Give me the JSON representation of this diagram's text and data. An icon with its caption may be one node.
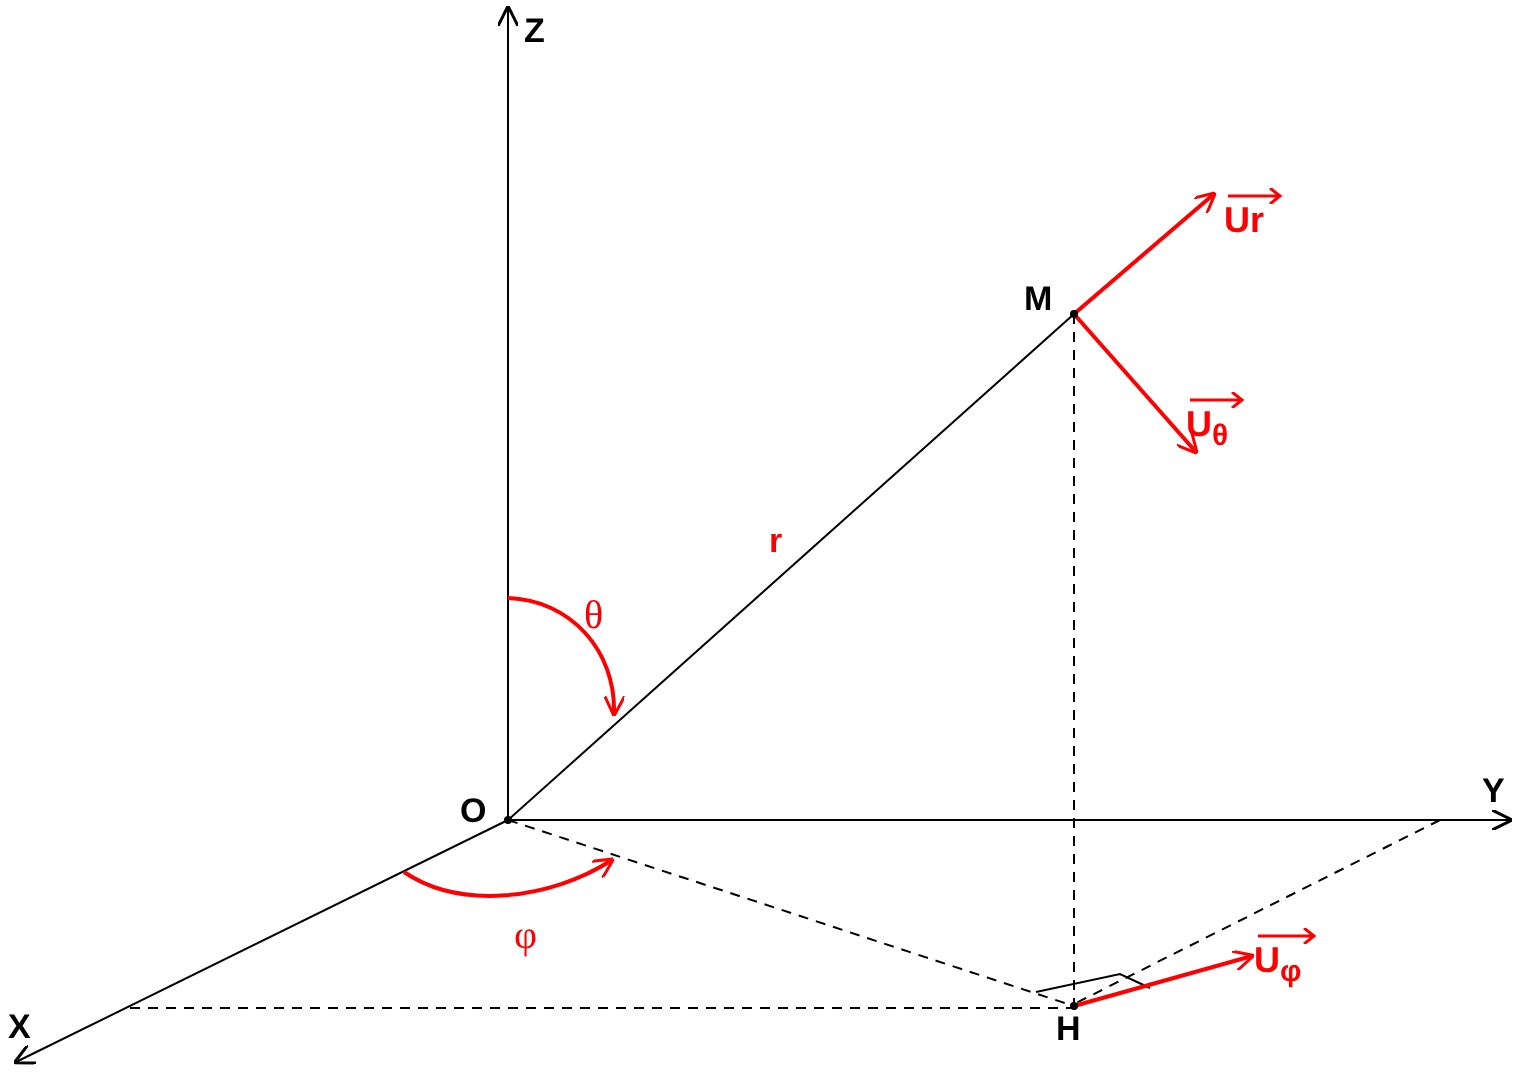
{
  "diagram": {
    "nodes": [
      {
        "text": [
          "O"
        ]
      },
      {
        "text": [
          "M"
        ]
      },
      {
        "text": [
          "H"
        ]
      },
      {
        "text": [
          "Ur"
        ]
      },
      {
        "text": [
          "U$_{θ}$"
        ]
      },
      {
        "text": [
          "U$_{φ}$"
        ]
      }
    ],
    "edges": [
      {
        "from": 0,
        "to": 1,
        "arrow": "none",
        "label": "r",
        "color": "#000000"
      },
      {
        "from": 1,
        "to": 2,
        "arrow": "none",
        "style": "dashed",
        "color": "#000000"
      },
      {
        "from": 0,
        "to": 2,
        "arrow": "none",
        "style": "dashed",
        "color": "#000000"
      },
      {
        "from": 1,
        "to": 3,
        "arrow": "to",
        "color": "#ff0000"
      },
      {
        "from": 1,
        "to": 4,
        "arrow": "to",
        "color": "#ff0000"
      },
      {
        "from": 2,
        "to": 5,
        "arrow": "to",
        "color": "#ff0000"
      }
    ],
    "labels": [
      "Z",
      "Y",
      "X",
      "θ",
      "φ"
    ]
  }
}
